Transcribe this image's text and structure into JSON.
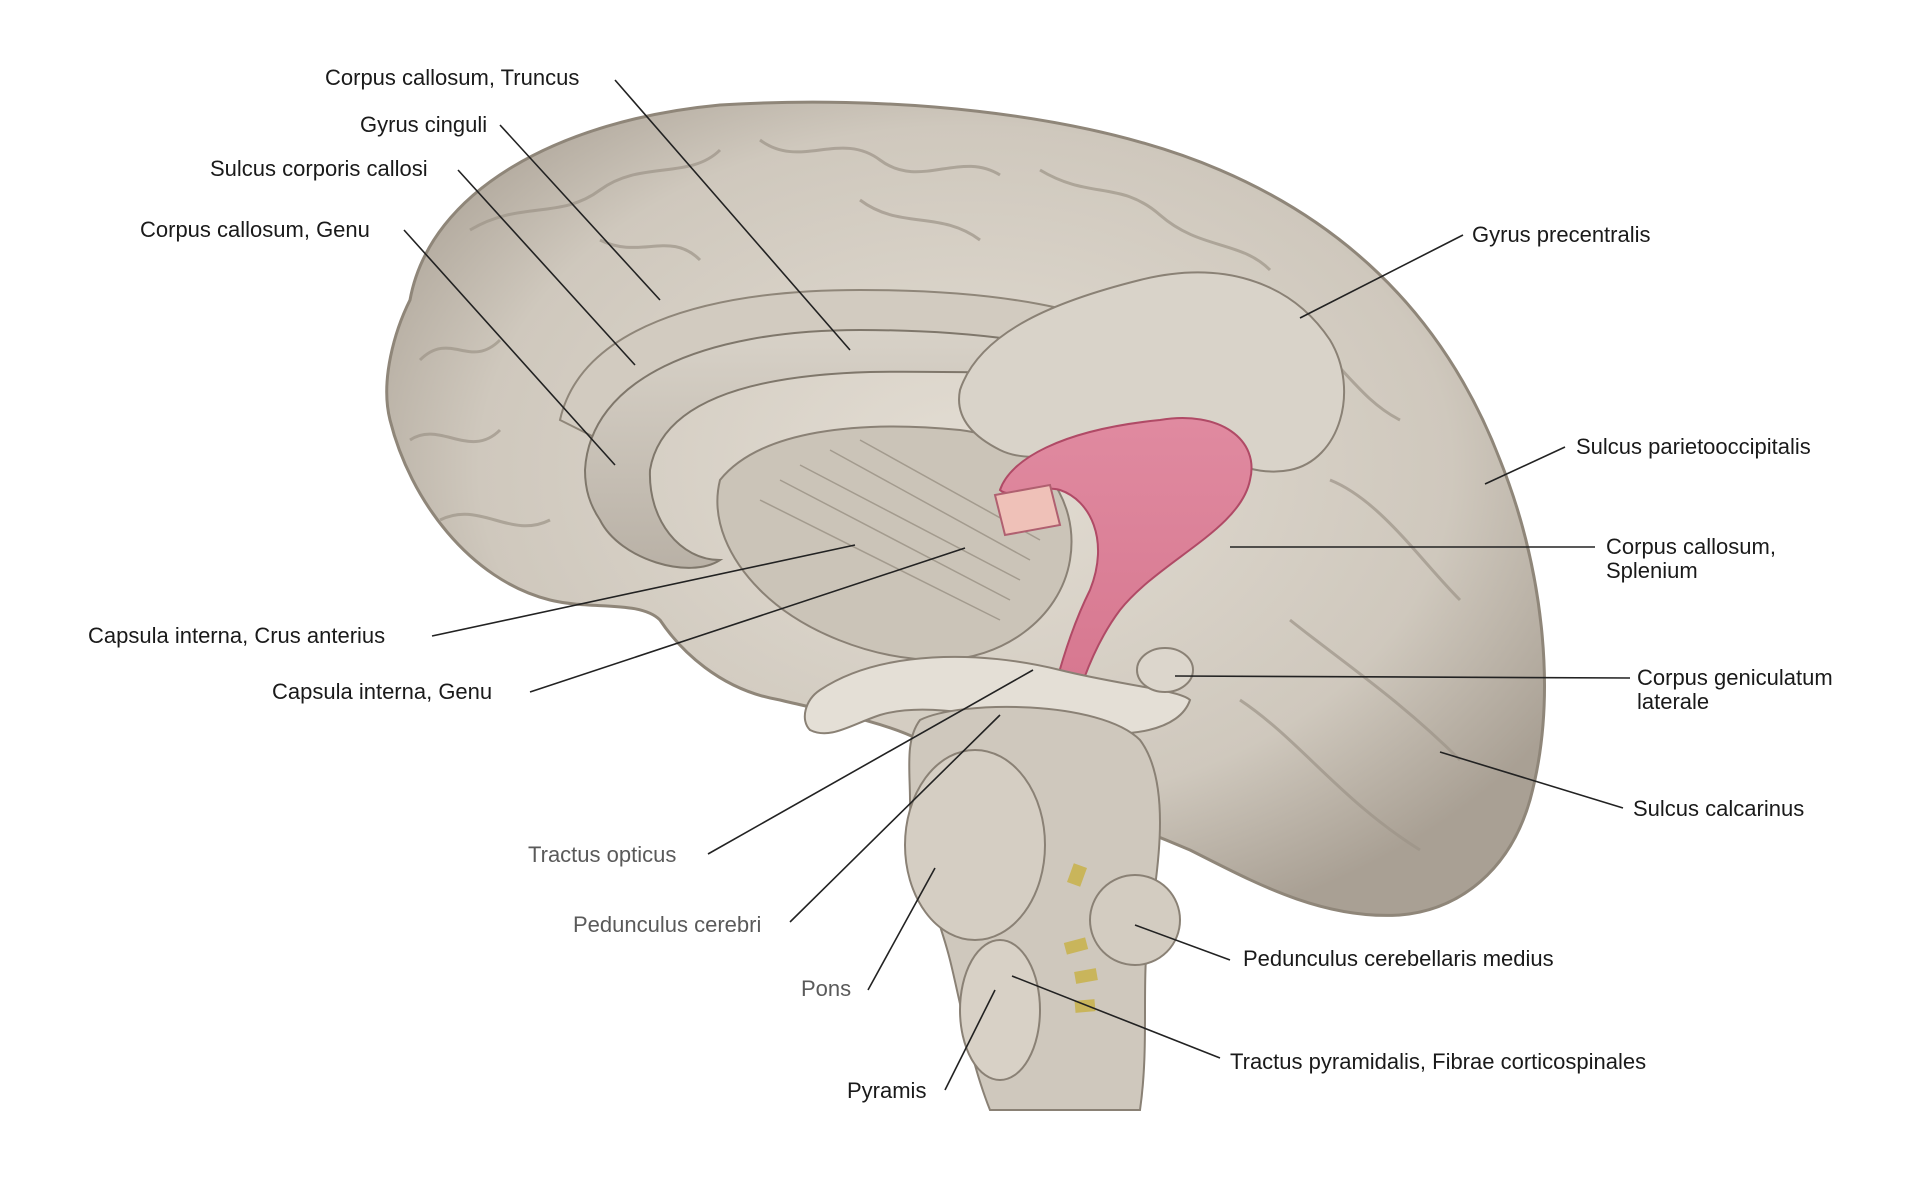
{
  "labels": {
    "corpus_callosum_truncus": "Corpus callosum, Truncus",
    "gyrus_cinguli": "Gyrus cinguli",
    "sulcus_corporis_callosi": "Sulcus corporis callosi",
    "corpus_callosum_genu": "Corpus callosum,  Genu",
    "gyrus_precentralis": "Gyrus precentralis",
    "sulcus_parietooccipitalis": "Sulcus parietooccipitalis",
    "corpus_callosum_splenium_1": "Corpus callosum,",
    "corpus_callosum_splenium_2": "Splenium",
    "capsula_interna_crus_anterius": "Capsula interna, Crus anterius",
    "capsula_interna_genu": "Capsula interna, Genu",
    "corpus_geniculatum_1": "Corpus geniculatum",
    "corpus_geniculatum_2": "laterale",
    "sulcus_calcarinus": "Sulcus calcarinus",
    "tractus_opticus": "Tractus opticus",
    "pedunculus_cerebri": "Pedunculus cerebri",
    "pedunculus_cerebellaris_medius": "Pedunculus cerebellaris medius",
    "pons": "Pons",
    "tractus_pyramidalis": "Tractus pyramidalis, Fibrae corticospinales",
    "pyramis": "Pyramis"
  },
  "colors": {
    "brain_tissue": "#d6d0c6",
    "brain_shadow": "#a89f92",
    "tract_pink": "#d9788e",
    "leader_line": "#222222"
  }
}
